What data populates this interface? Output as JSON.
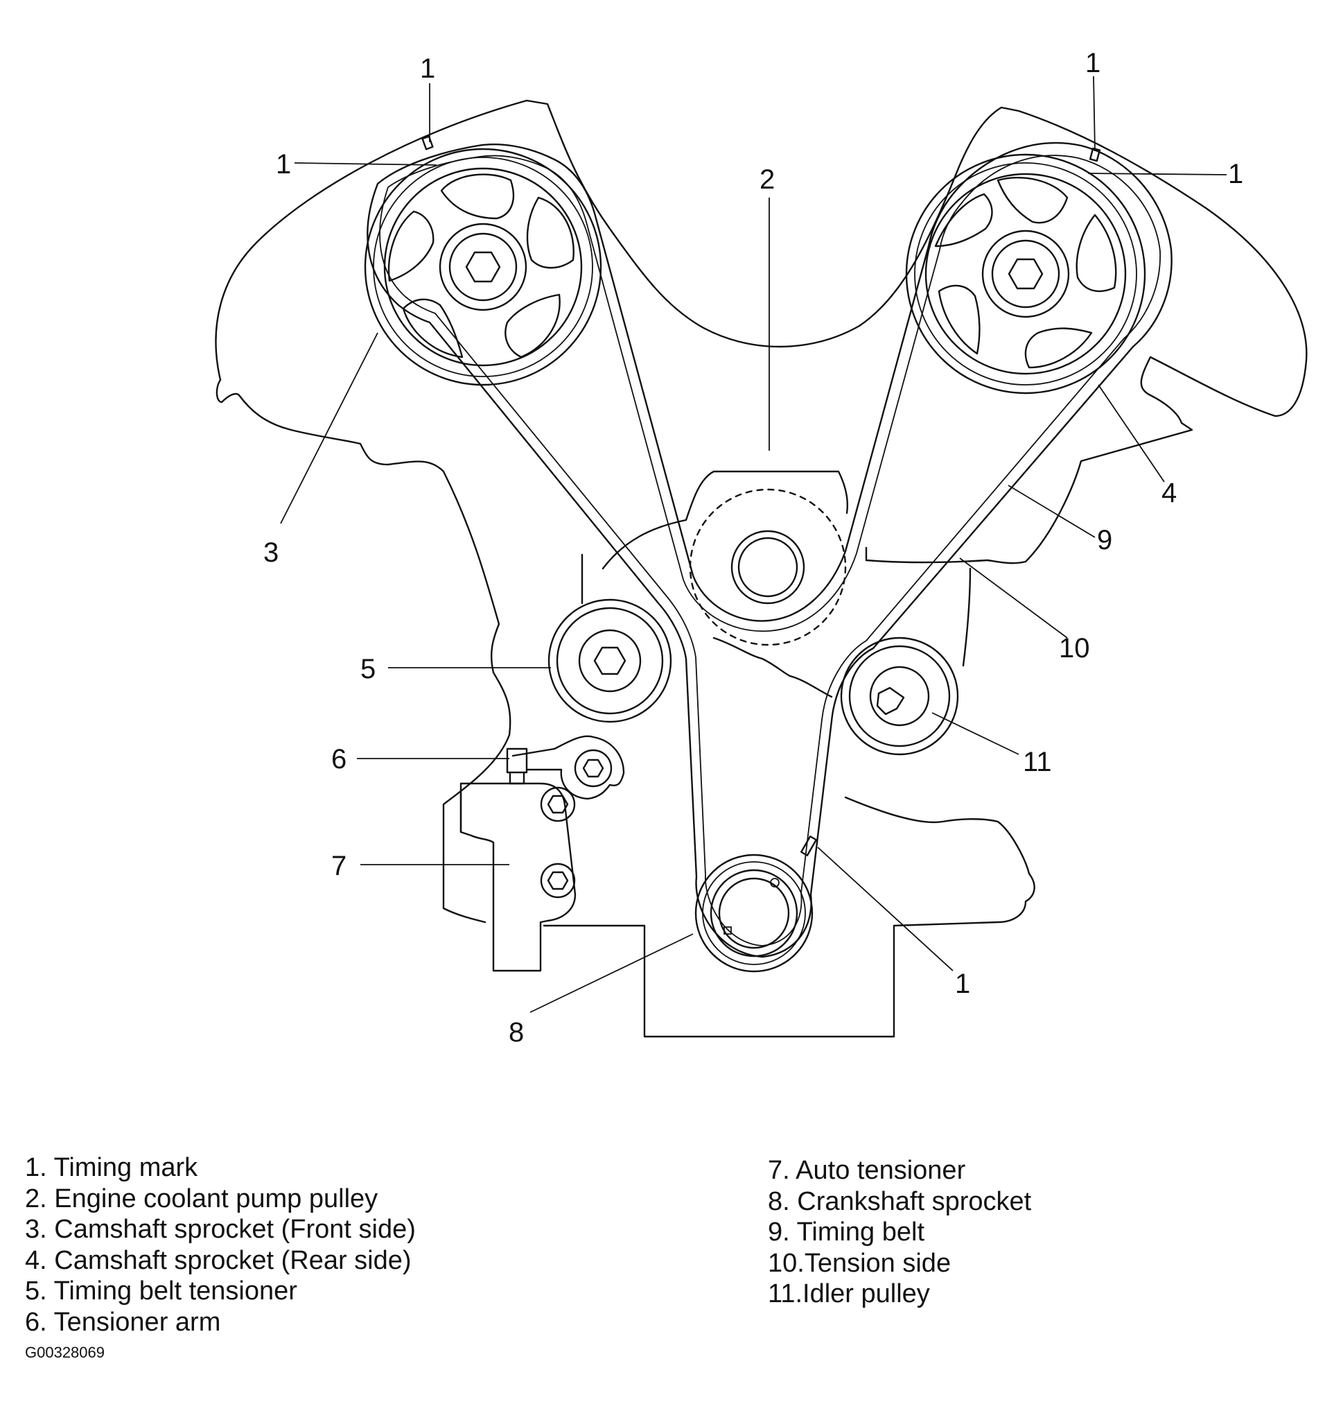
{
  "callouts": {
    "c1_top_left": "1",
    "c1_left_sprocket": "1",
    "c1_top_right": "1",
    "c1_right_sprocket": "1",
    "c1_crank": "1",
    "c2": "2",
    "c3": "3",
    "c4": "4",
    "c5": "5",
    "c6": "6",
    "c7": "7",
    "c8": "8",
    "c9": "9",
    "c10": "10",
    "c11": "11"
  },
  "legend": {
    "left": [
      {
        "num": "1.",
        "label": "Timing mark"
      },
      {
        "num": "2.",
        "label": "Engine coolant pump pulley"
      },
      {
        "num": "3.",
        "label": "Camshaft sprocket (Front side)"
      },
      {
        "num": "4.",
        "label": "Camshaft sprocket (Rear side)"
      },
      {
        "num": "5.",
        "label": "Timing belt tensioner"
      },
      {
        "num": "6.",
        "label": "Tensioner arm"
      }
    ],
    "right": [
      {
        "num": "7.",
        "label": "Auto tensioner"
      },
      {
        "num": "8.",
        "label": "Crankshaft sprocket"
      },
      {
        "num": "9.",
        "label": "Timing belt"
      },
      {
        "num": "10.",
        "label": "Tension side"
      },
      {
        "num": "11.",
        "label": "Idler pulley"
      }
    ]
  },
  "figure_id": "G00328069"
}
